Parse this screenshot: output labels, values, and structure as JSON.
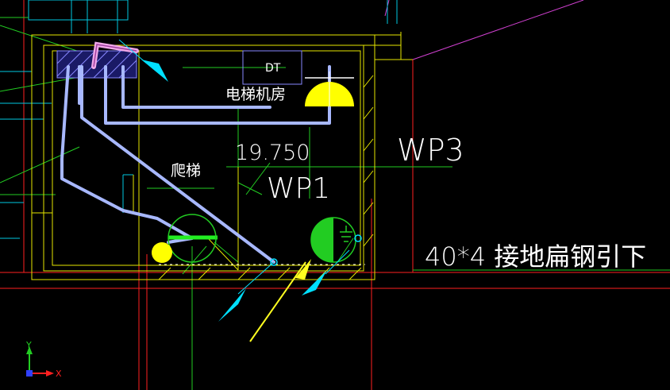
{
  "labels": {
    "elevator_room": "电梯机房",
    "ladder": "爬梯",
    "elevation": "19.750",
    "wp1": "WP1",
    "wp3": "WP3",
    "grounding_note": "40*4 接地扁钢引下",
    "dt": "DT"
  },
  "ucs": {
    "x": "X",
    "y": "Y"
  },
  "colors": {
    "background": "#000000",
    "wall_yellow": "#e6e600",
    "grid_red": "#ff2020",
    "green": "#22cc22",
    "cyan": "#00e0ff",
    "magenta": "#e040e0",
    "rebar_blue": "#a8b8ff",
    "grounding_pink": "#f0a8e8",
    "white": "#ffffff"
  }
}
